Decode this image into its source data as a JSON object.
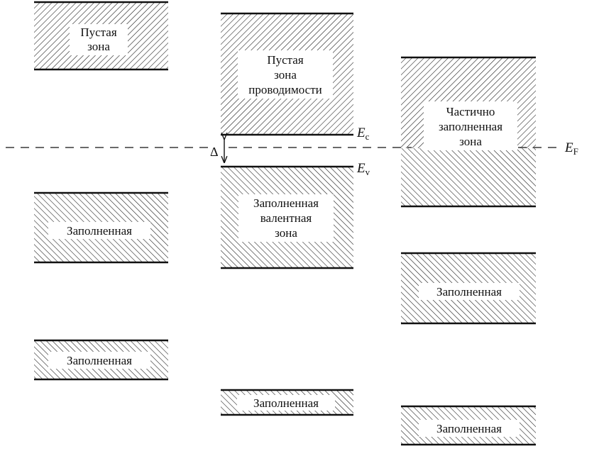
{
  "labels": {
    "col1_empty_line1": "Пустая",
    "col1_empty_line2": "зона",
    "col1_filled_1": "Заполненная",
    "col1_filled_2": "Заполненная",
    "col2_empty_line1": "Пустая",
    "col2_empty_line2": "зона",
    "col2_empty_line3": "проводимости",
    "col2_valence_line1": "Заполненная",
    "col2_valence_line2": "валентная",
    "col2_valence_line3": "зона",
    "col2_filled": "Заполненная",
    "col3_partial_line1": "Частично",
    "col3_partial_line2": "заполненная",
    "col3_partial_line3": "зона",
    "col3_filled_1": "Заполненная",
    "col3_filled_2": "Заполненная"
  },
  "levels": {
    "ec_main": "E",
    "ec_sub": "c",
    "ev_main": "E",
    "ev_sub": "v",
    "ef_main": "E",
    "ef_sub": "F",
    "gap": "Δ"
  },
  "colors": {
    "ink": "#111111",
    "background": "#ffffff"
  }
}
